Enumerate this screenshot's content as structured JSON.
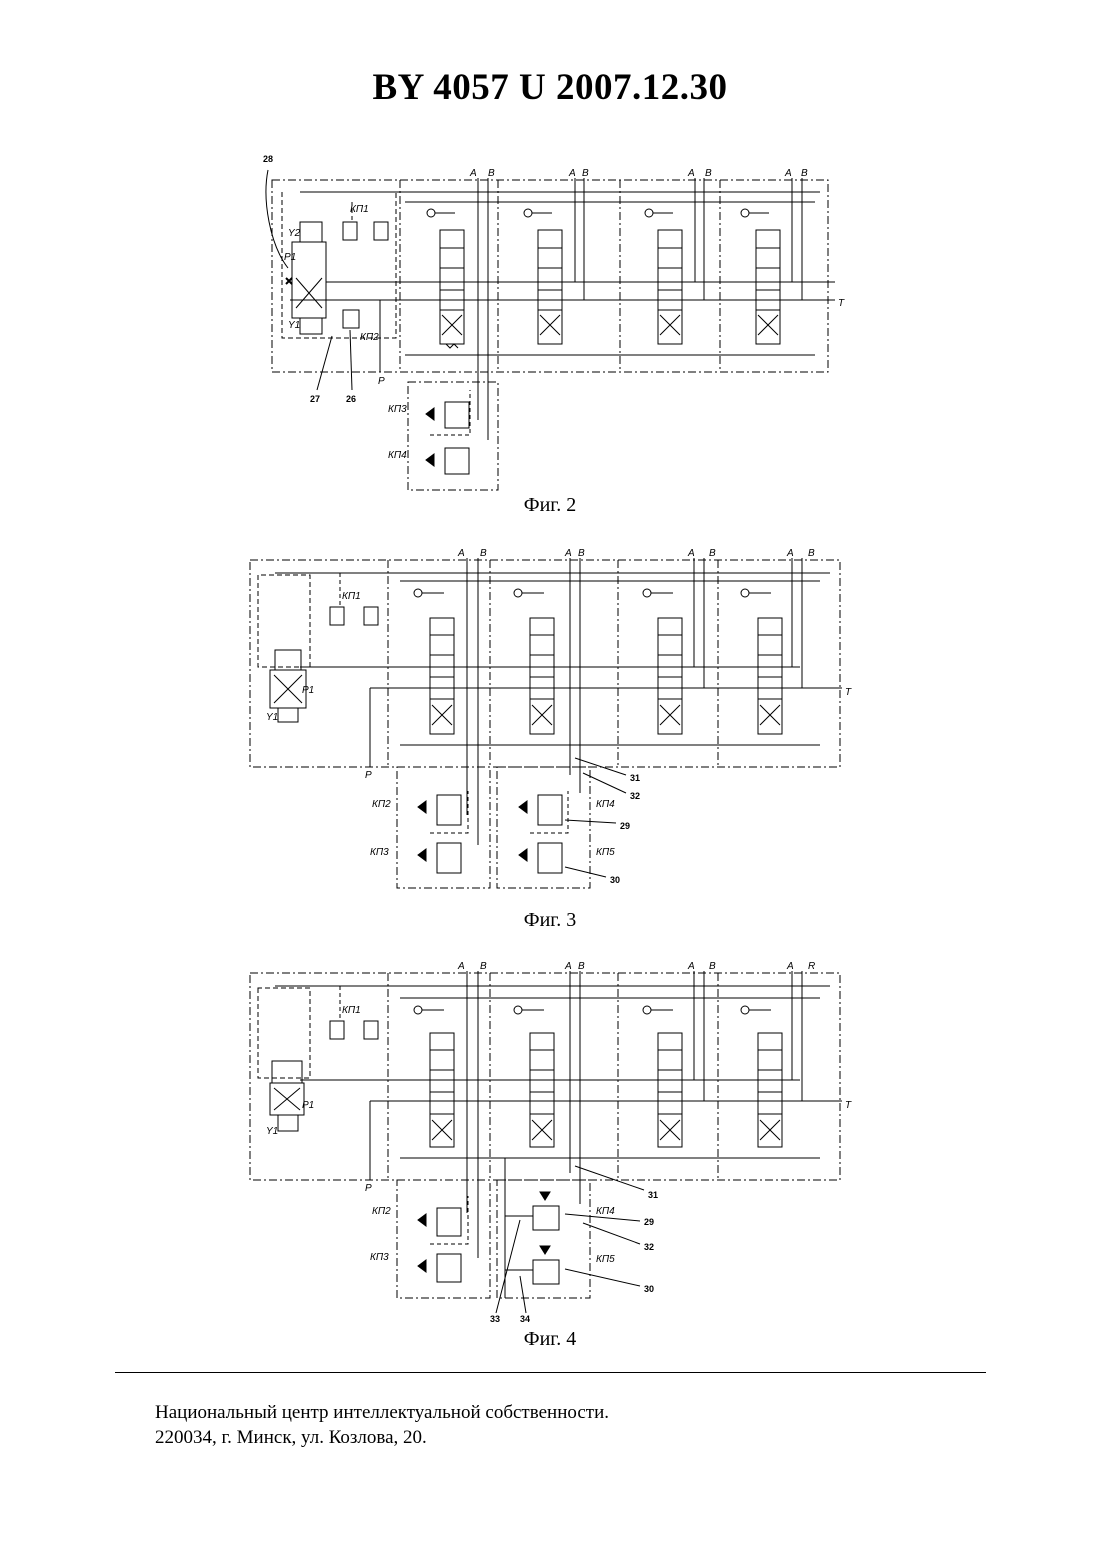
{
  "header": {
    "title": "BY  4057  U  2007.12.30"
  },
  "figures": [
    {
      "id": "fig2",
      "caption": "Фиг. 2",
      "labels": {
        "port_a": "A",
        "port_b": "B",
        "port_p": "P",
        "port_t": "T",
        "valve_y1": "Y1",
        "valve_y2": "Y2",
        "valve_p1": "P1",
        "kp1": "КП1",
        "kp2": "КП2",
        "kp3": "КП3",
        "kp4": "КП4",
        "ref_28": "28",
        "ref_27": "27",
        "ref_26": "26"
      }
    },
    {
      "id": "fig3",
      "caption": "Фиг. 3",
      "labels": {
        "port_a": "A",
        "port_b": "B",
        "port_p": "P",
        "port_t": "T",
        "valve_y1": "Y1",
        "valve_p1": "P1",
        "kp1": "КП1",
        "kp2": "КП2",
        "kp3": "КП3",
        "kp4": "КП4",
        "kp5": "КП5",
        "ref_31": "31",
        "ref_32": "32",
        "ref_29": "29",
        "ref_30": "30"
      }
    },
    {
      "id": "fig4",
      "caption": "Фиг. 4",
      "labels": {
        "port_a": "A",
        "port_b": "B",
        "port_b_alt": "R",
        "port_p": "P",
        "port_t": "T",
        "valve_y1": "Y1",
        "valve_p1": "P1",
        "kp1": "КП1",
        "kp2": "КП2",
        "kp3": "КП3",
        "kp4": "КП4",
        "kp5": "КП5",
        "ref_31": "31",
        "ref_29": "29",
        "ref_32": "32",
        "ref_30": "30",
        "ref_33": "33",
        "ref_34": "34"
      }
    }
  ],
  "footer": {
    "line1": "Национальный центр интеллектуальной собственности.",
    "line2": "220034, г. Минск, ул. Козлова, 20."
  }
}
